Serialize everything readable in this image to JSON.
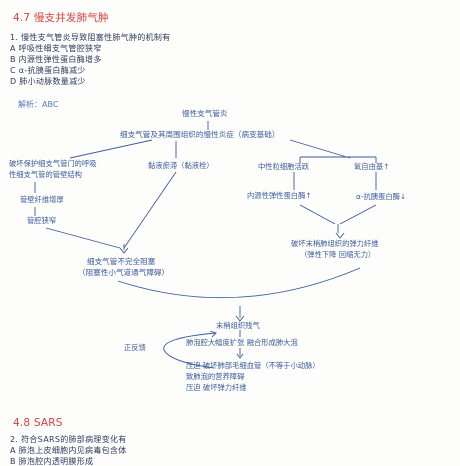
{
  "section1": {
    "title": "4.7 慢支并发肺气肿",
    "question": "1. 慢性支气管炎导致阻塞性肺气肿的机制有",
    "options": [
      "A 呼吸性细支气管腔狭窄",
      "B 内源性弹性蛋白酶增多",
      "C α-抗胰蛋白酶减少",
      "D 肺小动脉数量减少"
    ],
    "answer": "解析：ABC"
  },
  "flow": {
    "top": "慢性支气管炎",
    "level2": "细支气管及其周围组织的慢性炎症（病变基础）",
    "left_branch": [
      "破坏保护细支气管门的呼吸",
      "性细支气管的管壁结构"
    ],
    "left_step1": "管壁纤维增厚",
    "left_step2": "管腔狭窄",
    "mid_branch": "黏液瘀滞（黏液栓）",
    "right_a": "中性粒细胞活跃",
    "right_a_down": "内源性弹性蛋白酶↑",
    "right_b": "氧自由基↑",
    "right_b_down": "α-抗胰蛋白酶↓",
    "right_merge": [
      "破坏末梢肺组织的弹力纤维",
      "（弹性下降 回缩无力）"
    ],
    "left_merge": [
      "细支气管不完全阻塞",
      "（阻塞性小气道通气障碍）"
    ],
    "bottom1": "末梢组织残气",
    "bottom2": "肺泡腔大幅度扩张 融合形成肺大泡",
    "bottom3": [
      "压迫 破坏肺部毛细血管（不等于小动脉）",
      "致肺泡的营养障碍",
      "压迫 破坏弹力纤维"
    ],
    "feedback": "正反馈"
  },
  "section2": {
    "title": "4.8 SARS",
    "question": "2. 符合SARS的肺部病理变化有",
    "options": [
      "A 肺泡上皮细胞内见病毒包含体",
      "B 肺泡腔内透明膜形成"
    ]
  }
}
